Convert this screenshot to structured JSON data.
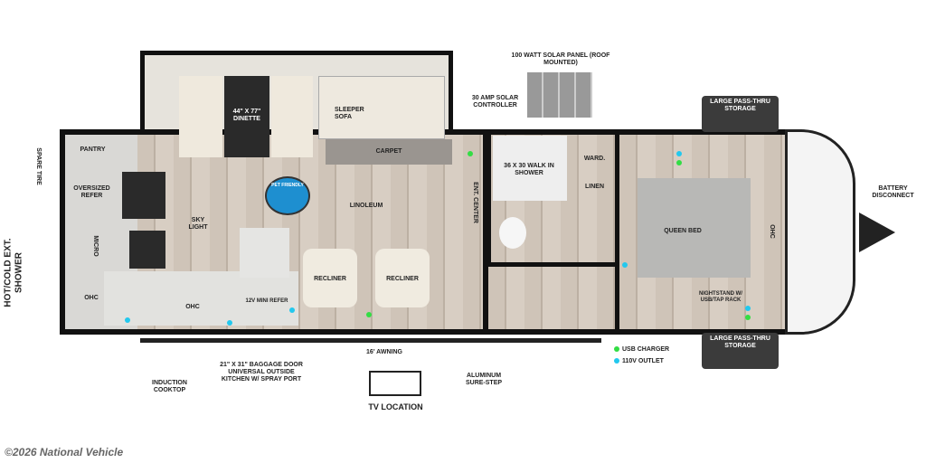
{
  "labels": {
    "hot_cold_shower": "HOT/COLD EXT. SHOWER",
    "spare_tire": "SPARE TIRE",
    "pantry": "PANTRY",
    "refer": "OVERSIZED REFER",
    "micro": "MICRO",
    "ohc": "OHC",
    "sky_light": "SKY LIGHT",
    "dinette": "44\" X 77\" DINETTE",
    "sleeper_sofa": "SLEEPER SOFA",
    "carpet": "CARPET",
    "linoleum": "LINOLEUM",
    "pet_friendly": "PET FRIENDLY",
    "recliner": "RECLINER",
    "mini_refer": "12V MINI REFER",
    "solar_controller": "30 AMP SOLAR CONTROLLER",
    "solar_panel": "100 WATT SOLAR PANEL (ROOF MOUNTED)",
    "ent_center": "ENT. CENTER",
    "shower": "36 X 30 WALK IN SHOWER",
    "wardrobe": "WARD.",
    "linen": "LINEN",
    "queen_bed": "QUEEN BED",
    "nightstand": "NIGHTSTAND W/ USB/TAP RACK",
    "storage": "LARGE PASS-THRU STORAGE",
    "battery": "BATTERY DISCONNECT",
    "usb": "USB CHARGER",
    "outlet": "110V OUTLET",
    "cooktop": "INDUCTION COOKTOP",
    "baggage": "21\" X 31\" BAGGAGE DOOR UNIVERSAL OUTSIDE KITCHEN W/ SPRAY PORT",
    "tv": "TV LOCATION",
    "awning": "16' AWNING",
    "sure_step": "ALUMINUM SURE-STEP",
    "copyright": "©2026 National Vehicle"
  },
  "colors": {
    "usb": "#33dd44",
    "outlet": "#22c8ee",
    "pet": "#1e8fd0"
  }
}
